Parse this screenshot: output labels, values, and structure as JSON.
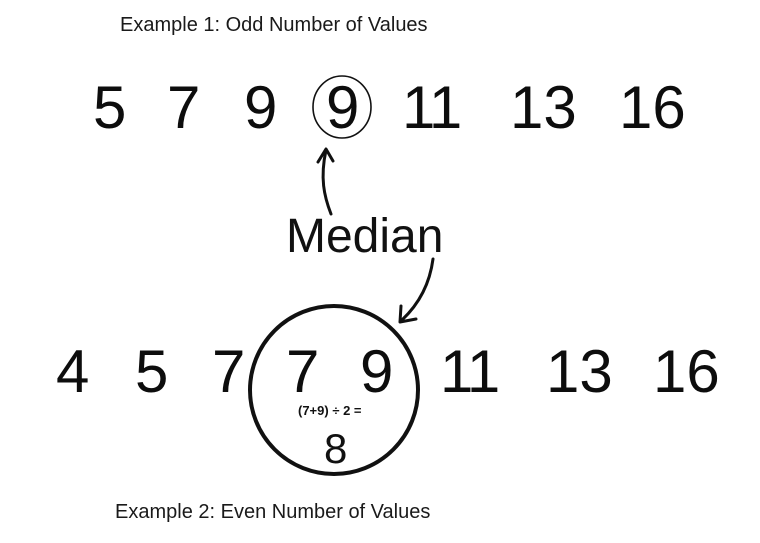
{
  "example1": {
    "title": "Example 1: Odd Number of Values",
    "values": [
      "5",
      "7",
      "9",
      "9",
      "11",
      "13",
      "16"
    ],
    "median_index": 3
  },
  "label": {
    "median": "Median"
  },
  "example2": {
    "title": "Example 2: Even Number of Values",
    "values": [
      "4",
      "5",
      "7",
      "7",
      "9",
      "11",
      "13",
      "16"
    ],
    "middle_indices": [
      3,
      4
    ],
    "formula": "(7+9) ÷ 2 =",
    "result": "8"
  },
  "colors": {
    "background": "#ffffff",
    "ink": "#111111"
  }
}
